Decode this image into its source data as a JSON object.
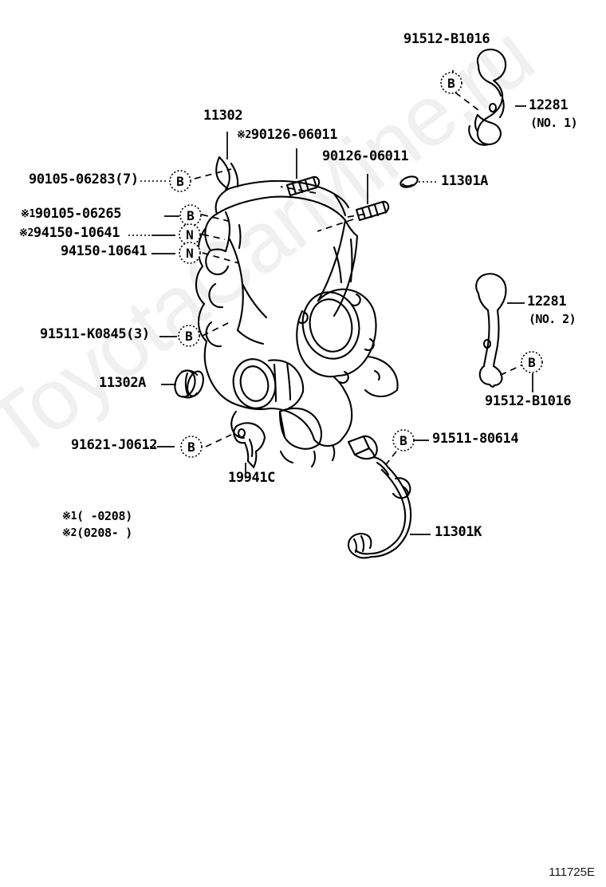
{
  "sheet": {
    "diagram_id": "111725E",
    "watermark": "ToyotaCarMine.ru",
    "background_color": "#ffffff",
    "line_color": "#000000",
    "watermark_color": "#f0f0f0"
  },
  "notes": [
    {
      "mark": "※1",
      "text": "(     -0208)"
    },
    {
      "mark": "※2",
      "text": "(0208-     )"
    }
  ],
  "callouts": {
    "cover_main": {
      "text": "11302"
    },
    "stud_upper": {
      "mark": "※2",
      "text": "90126-06011"
    },
    "stud_lower": {
      "text": "90126-06011"
    },
    "plug_11301a": {
      "text": "11301A"
    },
    "bolt_90105_06283": {
      "text": "90105-06283(7)",
      "badge": "B"
    },
    "bolt_90105_06265": {
      "mark": "※1",
      "text": "90105-06265",
      "badge": "B"
    },
    "nut_94150_upper": {
      "mark": "※2",
      "text": "94150-10641",
      "badge": "N"
    },
    "nut_94150_lower": {
      "text": "94150-10641",
      "badge": "N"
    },
    "bolt_91511_k0845": {
      "text": "91511-K0845(3)",
      "badge": "B"
    },
    "seal_11302a": {
      "text": "11302A"
    },
    "bolt_91621_j0612": {
      "text": "91621-J0612",
      "badge": "B"
    },
    "bracket_19941c": {
      "text": "19941C"
    },
    "bolt_91512_b1016_1": {
      "text": "91512-B1016",
      "badge": "B"
    },
    "hanger_1_name": {
      "text": "12281"
    },
    "hanger_1_sub": {
      "text": "(NO. 1)"
    },
    "hanger_2_name": {
      "text": "12281"
    },
    "hanger_2_sub": {
      "text": "(NO. 2)"
    },
    "bolt_91512_b1016_2": {
      "text": "91512-B1016",
      "badge": "B"
    },
    "bolt_91511_80614": {
      "text": "91511-80614",
      "badge": "B"
    },
    "sensor_11301k": {
      "text": "11301K"
    }
  }
}
